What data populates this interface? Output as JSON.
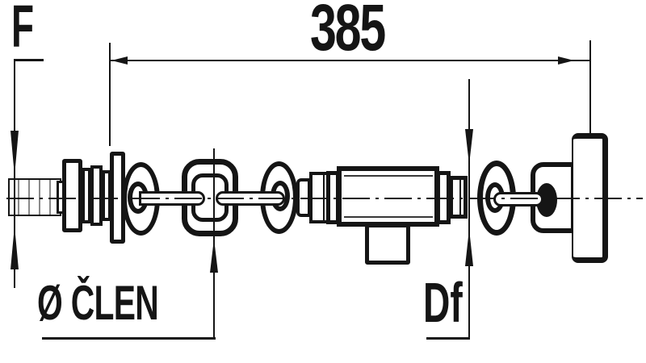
{
  "drawing": {
    "background": "#ffffff",
    "ink": "#151515",
    "dimension_385": "385",
    "label_f": "F",
    "label_len_diameter": "Ø ČLEN",
    "label_df": "Df"
  }
}
